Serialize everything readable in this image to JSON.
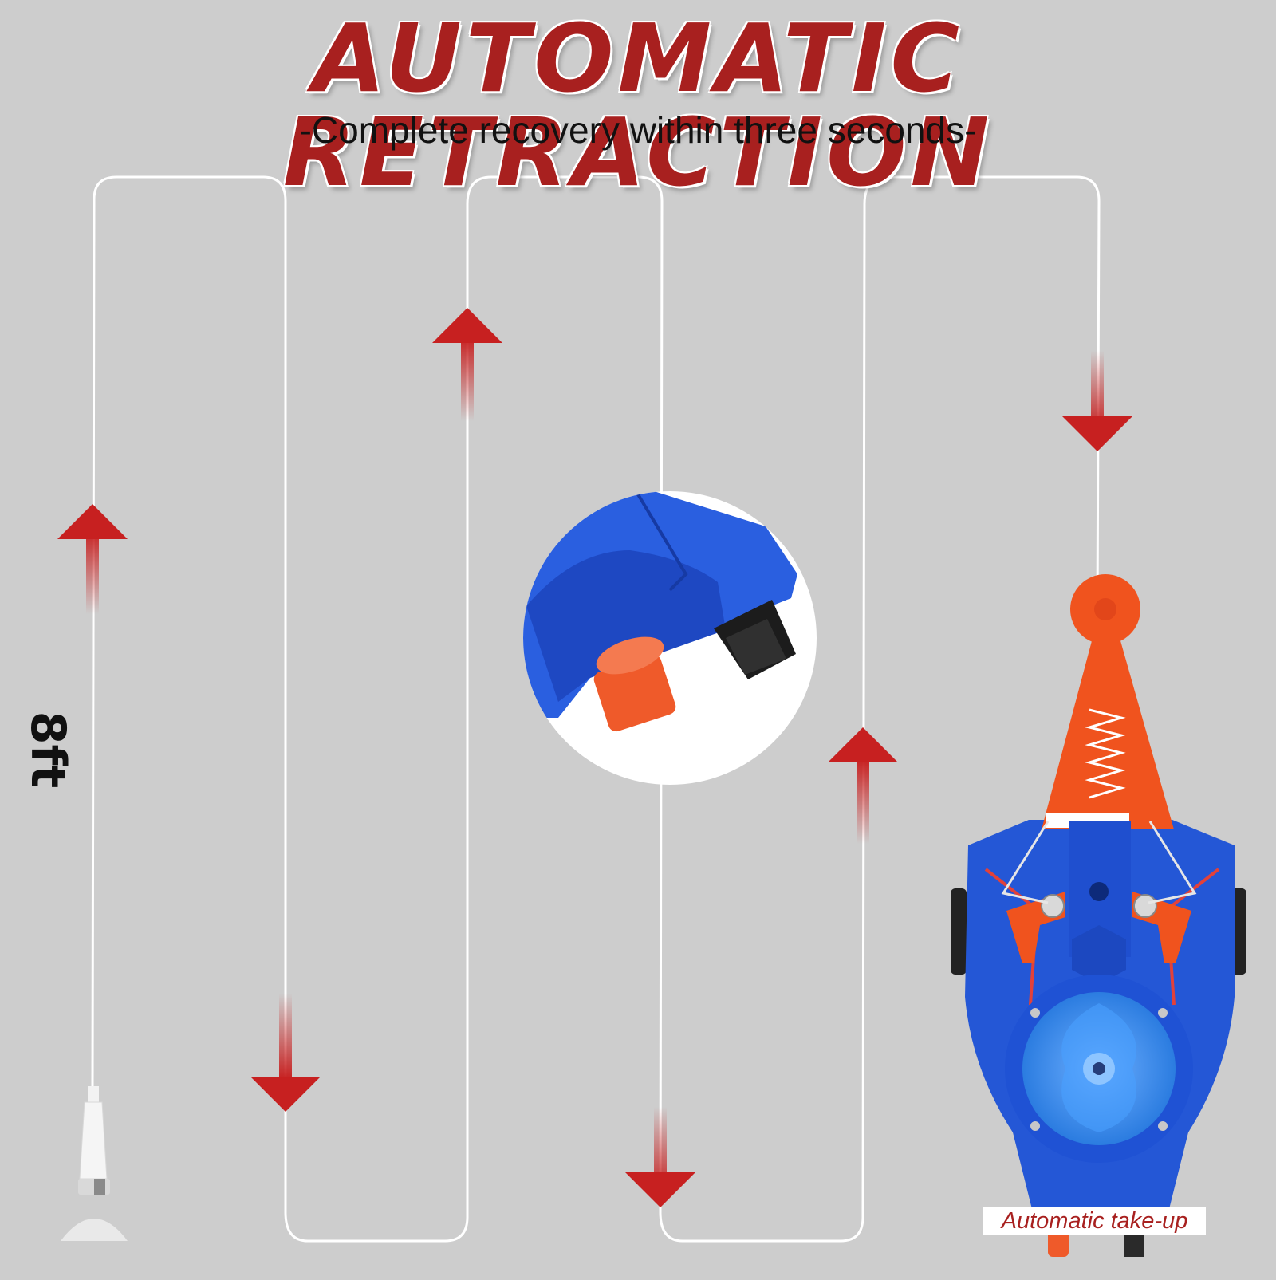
{
  "headline": "AUTOMATIC RETRACTION",
  "subheadline": "-Complete recovery within three seconds-",
  "length_label": "8ft",
  "callout_label": "Automatic take-up",
  "colors": {
    "background": "#cdcdcd",
    "headline": "#a8201f",
    "arrow": "#c72020",
    "line": "#ffffff",
    "reel_blue": "#2557d6",
    "reel_orange": "#f0531e"
  },
  "arrows": [
    {
      "name": "arrow-up-1",
      "direction": "up"
    },
    {
      "name": "arrow-down-1",
      "direction": "down"
    },
    {
      "name": "arrow-up-2",
      "direction": "up"
    },
    {
      "name": "arrow-down-2",
      "direction": "down"
    },
    {
      "name": "arrow-up-3",
      "direction": "up"
    },
    {
      "name": "arrow-down-3",
      "direction": "down"
    }
  ]
}
